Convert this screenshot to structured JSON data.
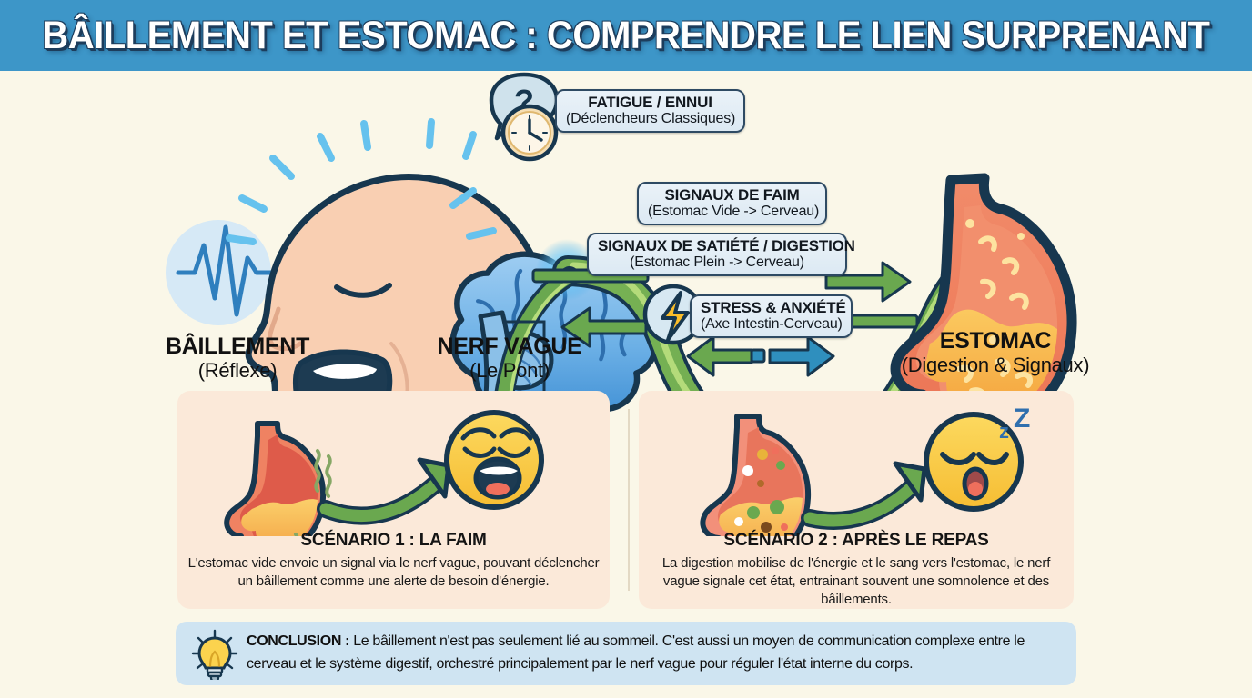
{
  "header": {
    "title": "BÂILLEMENT ET ESTOMAC : COMPRENDRE LE LIEN SURPRENANT",
    "bg_color": "#3d96c8",
    "text_color": "#ffffff"
  },
  "theme": {
    "page_bg": "#faf7e8",
    "chip_bg": "#e3eef7",
    "chip_border": "#2e4a63",
    "nerve_green": "#6aa84f",
    "nerve_green_light": "#a8d16a",
    "stomach_orange": "#ef8262",
    "stomach_fill": "#f5a94e",
    "brain_blue": "#5ba7e0",
    "skin": "#f8cdb0",
    "outline": "#17374f",
    "scenario_bg": "#fbe9d9",
    "conclusion_bg": "#cfe4f2",
    "emoji_yellow": "#fbcf48"
  },
  "diagram": {
    "nodes": [
      {
        "id": "yawn",
        "title": "BÂILLEMENT",
        "subtitle": "(Réflexe)",
        "icon": "yawning-head-icon"
      },
      {
        "id": "vagus",
        "title": "NERF VAGUE",
        "subtitle": "(Le Pont)",
        "icon": "vagus-nerve-icon"
      },
      {
        "id": "stomach",
        "title": "ESTOMAC",
        "subtitle": "(Digestion & Signaux)",
        "icon": "stomach-icon"
      }
    ],
    "chips": [
      {
        "id": "fatigue",
        "title": "FATIGUE / ENNUI",
        "subtitle": "(Déclencheurs Classiques)",
        "icon": "question-speech-bubble-and-clock-icon"
      },
      {
        "id": "hunger-signals",
        "title": "SIGNAUX DE FAIM",
        "subtitle": "(Estomac Vide -> Cerveau)",
        "arrow_direction": "right"
      },
      {
        "id": "satiety-signals",
        "title": "SIGNAUX DE SATIÉTÉ / DIGESTION",
        "subtitle": "(Estomac Plein -> Cerveau)",
        "arrow_direction": "left"
      },
      {
        "id": "stress",
        "title": "STRESS & ANXIÉTÉ",
        "subtitle": "(Axe Intestin-Cerveau)",
        "icon": "lightning-bolt-icon",
        "arrow_direction": "bidirectional"
      }
    ]
  },
  "scenarios": [
    {
      "id": "scenario-1",
      "title": "SCÉNARIO 1 : LA FAIM",
      "body_line_1": "L'estomac vide envoie un signal via le nerf vague, pouvant déclencher",
      "body_line_2": "un bâillement comme une alerte de besoin d'énergie.",
      "from_icon": "empty-stomach-icon",
      "to_icon": "yawning-face-icon",
      "arrow_icon": "curved-green-arrow-icon"
    },
    {
      "id": "scenario-2",
      "title": "SCÉNARIO 2 : APRÈS LE REPAS",
      "body_line_1": "La digestion mobilise de l'énergie et le sang vers l'estomac, le nerf vague",
      "body_line_2": "signale cet état, entrainant souvent une somnolence et des bâillements.",
      "from_icon": "full-stomach-icon",
      "to_icon": "sleepy-face-icon",
      "arrow_icon": "curved-green-arrow-icon"
    }
  ],
  "conclusion": {
    "icon": "lightbulb-icon",
    "label": "CONCLUSION :",
    "text": " Le bâillement n'est pas seulement lié au sommeil. C'est aussi un moyen de communication complexe entre le cerveau et le système digestif, orchestré principalement par le nerf vague pour réguler l'état interne du corps."
  }
}
